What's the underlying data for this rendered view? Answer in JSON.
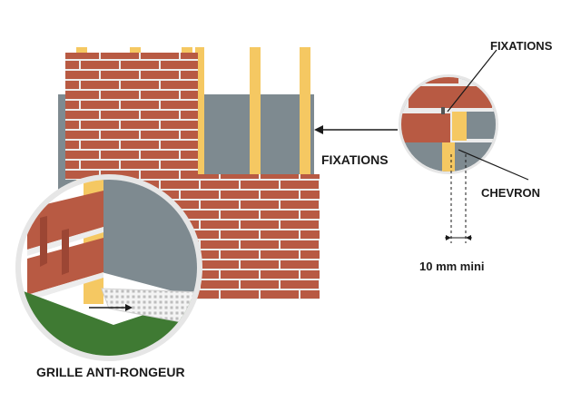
{
  "labels": {
    "fixations_main": "FIXATIONS",
    "fixations_detail": "FIXATIONS",
    "chevron": "CHEVRON",
    "gap": "10 mm mini",
    "grille": "GRILLE ANTI-RONGEUR"
  },
  "colors": {
    "brick": "#b85a43",
    "brick_dark": "#9c4634",
    "mortar": "#ececec",
    "batten": "#f5c862",
    "membrane": "#7e8a90",
    "grass": "#3f7a33",
    "grille": "#f2f2f2",
    "lines": "#1a1a1a",
    "circle_border": "#e6e6e6"
  }
}
